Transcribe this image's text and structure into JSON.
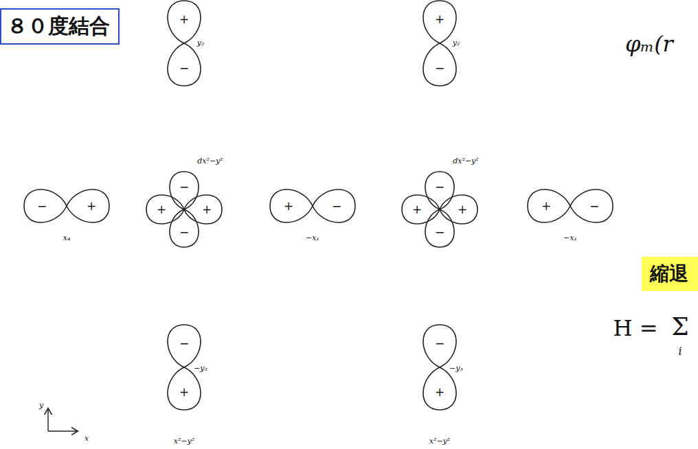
{
  "diagram": {
    "nodes": [
      {
        "text": [
          "８０度結合"
        ]
      },
      {
        "text": [
          "縮退"
        ]
      }
    ],
    "labels": [
      "+",
      "y₂",
      "−",
      "+",
      "y₂",
      "−",
      "φₘ(r",
      "dx²−y²",
      "dx²−y²",
      "−",
      "−",
      "−",
      "+",
      "+",
      "+",
      "+",
      "−",
      "+",
      "+",
      "+",
      "−",
      "x₄",
      "−x₁",
      "−x₁",
      "−",
      "−",
      "−",
      "−y₃",
      "+",
      "−",
      "−y₃",
      "+",
      "H =",
      "Σ",
      "i",
      "y",
      "x",
      "x²−y²",
      "x²−y²"
    ]
  }
}
